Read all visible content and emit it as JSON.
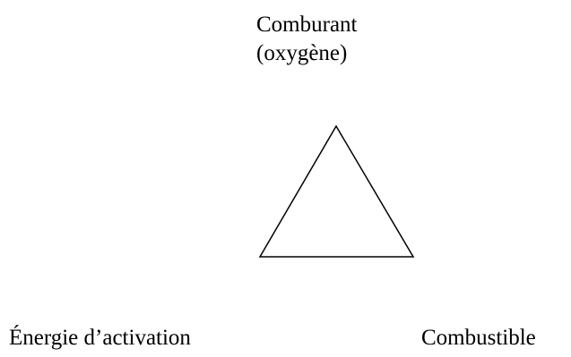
{
  "diagram": {
    "top_vertex_label": {
      "line1": "Comburant",
      "line2": "(oxygène)"
    },
    "left_label": "Énergie d’activation",
    "right_label": "Combustible",
    "colors": {
      "stroke": "#000000",
      "text": "#000000",
      "background": "#ffffff"
    }
  }
}
